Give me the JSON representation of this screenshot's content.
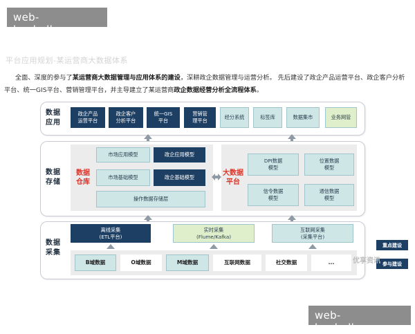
{
  "watermark": "web-buyball.com",
  "faded_title": "平台应用规划-某运营商大数据体系",
  "paragraph": {
    "p1": "全面、深度的参与了",
    "b1": "某运营商大数据管理与应用体系的建设",
    "p2": "，深耕政企数据管理与运营分析。  先后建设了政企产品运营平台、政企客户分析平台、统一GIS平台、营销管理平台，并主导建立了某运营商",
    "b2": "政企数据经营分析全流程体系",
    "p3": "。"
  },
  "rows": {
    "app_label": "数据\n应用",
    "storage_label": "数据\n存储",
    "collect_label": "数据\n采集"
  },
  "app_items": [
    {
      "label": "政企产品\n运营平台",
      "style": "dark"
    },
    {
      "label": "政企客户\n分析平台",
      "style": "dark"
    },
    {
      "label": "统一GIS\n平台",
      "style": "dark"
    },
    {
      "label": "营销管\n理平台",
      "style": "dark"
    },
    {
      "label": "经分系统",
      "style": "light"
    },
    {
      "label": "标签库",
      "style": "light"
    },
    {
      "label": "数据集市",
      "style": "light"
    },
    {
      "label": "业务网管",
      "style": "lightgreen"
    }
  ],
  "warehouse": {
    "title": "数据\n仓库",
    "market_app": "市场应用模型",
    "gov_app": "政企应用模型",
    "market_base": "市场基础模型",
    "gov_base": "政企基础模型",
    "ops": "操作数据存储层"
  },
  "bigdata": {
    "title": "大数据\n平台",
    "dpi": "DPI数据\n模型",
    "location": "位置数据\n模型",
    "signal": "信令数据\n模型",
    "comm": "通信数据\n模型"
  },
  "collect": {
    "offline": "离线采集\n(ETL平台)",
    "realtime": "实时采集\n(Flume/Kafka)",
    "internet": "互联网采集\n(采集平台)"
  },
  "sources": [
    "B域数据",
    "O域数据",
    "M域数据",
    "互联网数据",
    "社交数据",
    "..."
  ],
  "legend": {
    "key": "重点建设",
    "participate": "参与建设"
  },
  "logo": "优享资讯",
  "colors": {
    "dark": "#1d3f63",
    "light": "#cfe6e7",
    "red": "#d9382c",
    "lightgreen": "#dfeecb"
  }
}
